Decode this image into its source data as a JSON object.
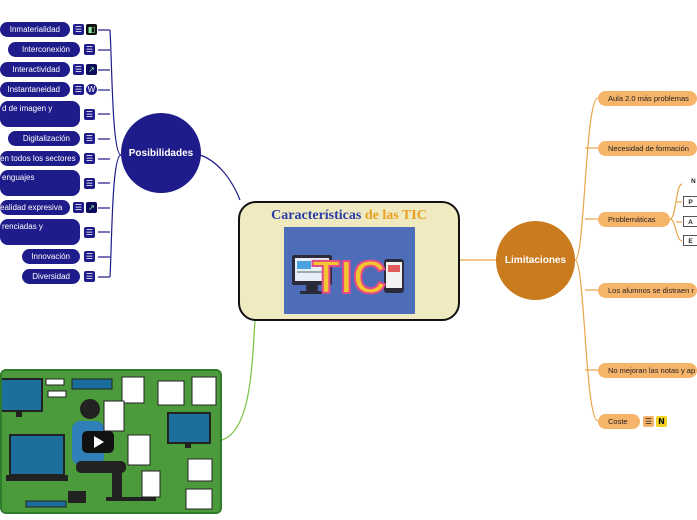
{
  "central": {
    "title_part1": "Características",
    "title_part2": "de las TIC",
    "image_letters": "TIC",
    "title_color1": "#2a3ca5",
    "title_color2": "#e9a021"
  },
  "posibilidades": {
    "label": "Posibilidades",
    "color": "#1e1c8a",
    "items": [
      {
        "label": "Inmaterialidad",
        "icons": [
          "note-icon",
          "external-link-icon"
        ]
      },
      {
        "label": "Interconexión",
        "icons": [
          "note-icon"
        ]
      },
      {
        "label": "Interactividad",
        "icons": [
          "note-icon",
          "external-link-icon"
        ]
      },
      {
        "label": "Instantaneidad",
        "icons": [
          "note-icon",
          "wordpress-icon"
        ]
      },
      {
        "label": "d de imagen y",
        "icons": [
          "note-icon"
        ]
      },
      {
        "label": "Digitalización",
        "icons": [
          "note-icon"
        ]
      },
      {
        "label": "en todos los sectores",
        "icons": [
          "note-icon"
        ]
      },
      {
        "label": "enguajes",
        "icons": [
          "note-icon"
        ]
      },
      {
        "label": "ealidad expresiva",
        "icons": [
          "note-icon",
          "external-link-icon"
        ]
      },
      {
        "label": "renciadas y",
        "icons": [
          "note-icon"
        ]
      },
      {
        "label": "Innovación",
        "icons": [
          "note-icon"
        ]
      },
      {
        "label": "Diversidad",
        "icons": [
          "note-icon"
        ]
      }
    ]
  },
  "limitaciones": {
    "label": "Limitaciones",
    "color": "#c97b1e",
    "items": [
      {
        "label": "Aula 2.0 más problemas"
      },
      {
        "label": "Necesidad de formación"
      },
      {
        "label": "Problemáticas",
        "subitems": [
          "N",
          "P",
          "A",
          "E"
        ]
      },
      {
        "label": "Los alumnos se distraen r"
      },
      {
        "label": "No mejoran las notas y ap"
      },
      {
        "label": "Coste",
        "icons": [
          "note-icon",
          "notion-icon"
        ]
      }
    ]
  },
  "video": {
    "play_label": "▶"
  }
}
